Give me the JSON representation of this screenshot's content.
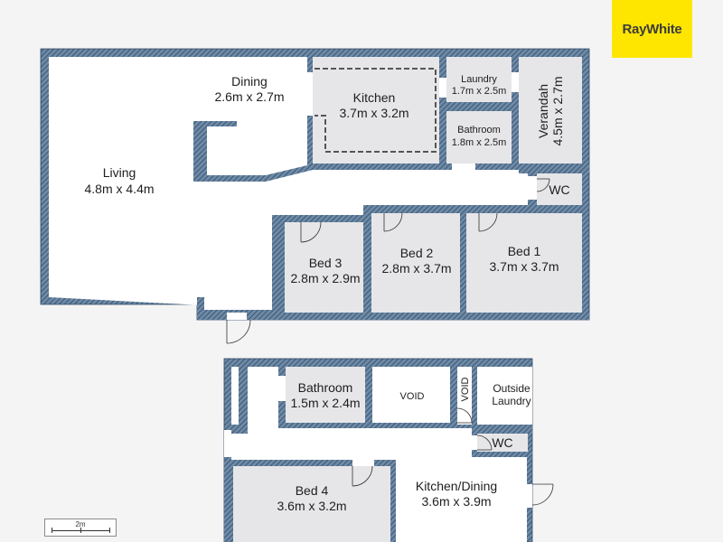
{
  "brand": {
    "name": "RayWhite",
    "color": "#ffe600"
  },
  "scale": {
    "label": "2m"
  },
  "colors": {
    "wall": "#4b6a8a",
    "floor": "#e6e6e9",
    "walkway": "#ffffff",
    "background": "#f4f4f5"
  },
  "rooms": {
    "dining": {
      "name": "Dining",
      "size": "2.6m x 2.7m"
    },
    "kitchen": {
      "name": "Kitchen",
      "size": "3.7m x 3.2m"
    },
    "laundry": {
      "name": "Laundry",
      "size": "1.7m x 2.5m"
    },
    "verandah": {
      "name": "Verandah",
      "size": "4.5m x 2.7m"
    },
    "bathroom": {
      "name": "Bathroom",
      "size": "1.8m x 2.5m"
    },
    "living": {
      "name": "Living",
      "size": "4.8m x 4.4m"
    },
    "wc": {
      "name": "WC"
    },
    "bed3": {
      "name": "Bed 3",
      "size": "2.8m x 2.9m"
    },
    "bed2": {
      "name": "Bed 2",
      "size": "2.8m x 3.7m"
    },
    "bed1": {
      "name": "Bed 1",
      "size": "3.7m x 3.7m"
    },
    "bathroom2": {
      "name": "Bathroom",
      "size": "1.5m x 2.4m"
    },
    "void1": {
      "name": "VOID"
    },
    "void2": {
      "name": "VOID"
    },
    "outside_laundry": {
      "line1": "Outside",
      "line2": "Laundry"
    },
    "wc2": {
      "name": "WC"
    },
    "bed4": {
      "name": "Bed 4",
      "size": "3.6m x 3.2m"
    },
    "kitchen_dining": {
      "name": "Kitchen/Dining",
      "size": "3.6m x 3.9m"
    }
  }
}
